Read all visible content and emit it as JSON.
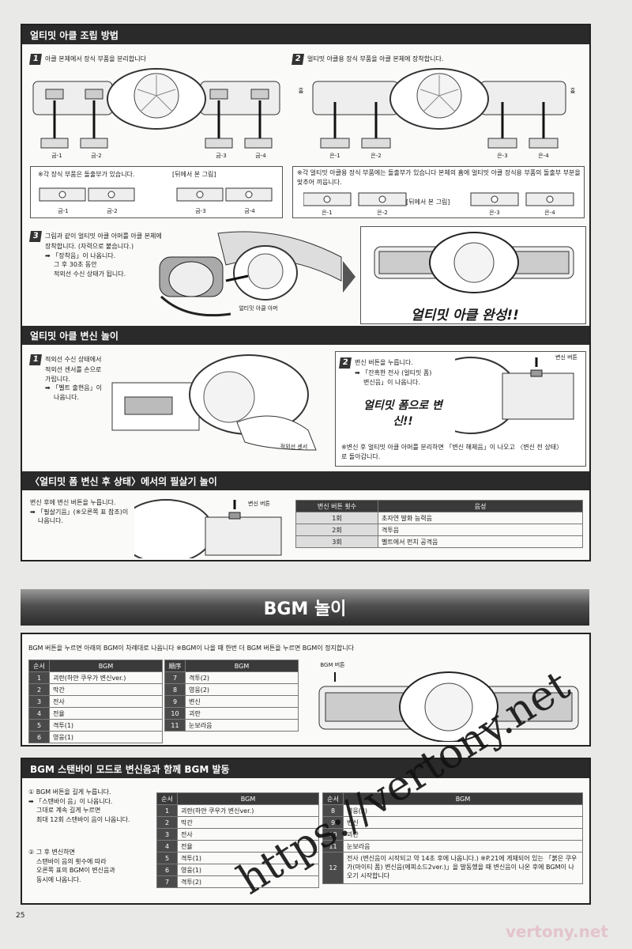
{
  "section1": {
    "title": "얼티밋 아클 조립 방법",
    "step1": "아클 본체에서 장식 부품을 분리합니다",
    "step1_labels": [
      "금-1",
      "금-2",
      "금-3",
      "금-4"
    ],
    "step1_note": "※각 장식 부품은 돌출부가 있습니다.",
    "step1_back": "[뒤에서 본 그림]",
    "step2": "얼티밋 아클용 장식 부품을 아클 본체에 장착합니다.",
    "step2_labels": [
      "은-1",
      "은-2",
      "은-3",
      "은-4"
    ],
    "groove": "홈",
    "step2_note": "※각 얼티밋 아클용 장식 부품에는 돌출부가 있습니다  본체의 홈에 얼티밋 아클 장식용 부품의 돌출부 부분을 맞추어 끼웁니다.",
    "step2_back": "[뒤에서 본 그림]",
    "step3_lines": [
      "그림과 같이 얼티밋 아클 아머를 아클 본체에",
      "장착합니다. (자력으로 붙습니다.)",
      "➡ 「장착음」이 나옵니다.",
      "그 후 30초 동안",
      "적외선 수신 상태가 됩니다."
    ],
    "armor_label": "얼티밋 아클 아머",
    "complete": "얼티밋 아클 완성!!"
  },
  "section2": {
    "title": "얼티밋 아클 변신 놀이",
    "step1_lines": [
      "적외선 수신 상태에서",
      "적외선 센서를 손으로",
      "가립니다.",
      "➡ 「벨트 출현음」이",
      "나옵니다."
    ],
    "sensor_label": "적외선 센서",
    "step2_lines": [
      "변신 버튼을 누릅니다.",
      "➡ 「잔혹한 전사 (얼티밋 폼)",
      "변신음」이 나옵니다."
    ],
    "button_label": "변신 버튼",
    "transform": "얼티밋 폼으로 변신!!",
    "note": "※변신 후 얼티밋 아클 아머를 분리하면 「변신 해제음」이 나오고 〈변신 전 상태〉로 돌아갑니다."
  },
  "section3": {
    "title": "〈얼티밋 폼 변신 후 상태〉에서의 필살기 놀이",
    "lines": [
      "변신 후에 변신 버튼을 누릅니다.",
      "➡ 「필살기음」(※오른쪽 표 참조)이",
      "나옵니다."
    ],
    "button_label": "변신 버튼",
    "table_head": [
      "변신 버튼 횟수",
      "음성"
    ],
    "table_rows": [
      [
        "1회",
        "초자연 발화 능력음"
      ],
      [
        "2회",
        "격투음"
      ],
      [
        "3회",
        "벨트에서 펀치 공격음"
      ]
    ]
  },
  "bgm": {
    "banner": "BGM 놀이",
    "intro": "BGM 버튼을 누르면 아래의 BGM이 차례대로 나옵니다  ※BGM이 나올 때 한번 더 BGM 버튼을 누르면 BGM이 정지합니다",
    "head_left": [
      "순서",
      "BGM"
    ],
    "head_right": [
      "順序",
      "BGM"
    ],
    "left_rows": [
      [
        "1",
        "괴란(하얀 쿠우가 변신ver.)"
      ],
      [
        "2",
        "막간"
      ],
      [
        "3",
        "전사"
      ],
      [
        "4",
        "전율"
      ],
      [
        "5",
        "격투(1)"
      ],
      [
        "6",
        "영웅(1)"
      ]
    ],
    "right_rows": [
      [
        "7",
        "격투(2)"
      ],
      [
        "8",
        "영웅(2)"
      ],
      [
        "9",
        "변신"
      ],
      [
        "10",
        "괴란"
      ],
      [
        "11",
        "눈보라음"
      ]
    ],
    "bgm_button": "BGM 버튼"
  },
  "standby": {
    "title": "BGM 스탠바이 모드로 변신음과 함께 BGM 발동",
    "lines1": [
      "① BGM 버튼을 길게 누릅니다.",
      "➡ 「스탠바이 음」이 나옵니다.",
      "그대로 계속 길게 누르면",
      "최대 12회 스탠바이 음이 나옵니다."
    ],
    "lines2": [
      "② 그 후 변신하면",
      "스탠바이 음의 횟수에 따라",
      "오른쪽 표의 BGM이 변신음과",
      "동시에 나옵니다."
    ],
    "head": [
      "순서",
      "BGM",
      "순서",
      "BGM"
    ],
    "left_rows": [
      [
        "1",
        "괴란(하얀 쿠우가 변신ver.)"
      ],
      [
        "2",
        "막간"
      ],
      [
        "3",
        "전사"
      ],
      [
        "4",
        "전율"
      ],
      [
        "5",
        "격투(1)"
      ],
      [
        "6",
        "영웅(1)"
      ],
      [
        "7",
        "격투(2)"
      ]
    ],
    "right_rows": [
      [
        "8",
        "영웅(2)"
      ],
      [
        "9",
        "변신"
      ],
      [
        "10",
        "괴란"
      ],
      [
        "11",
        "눈보라음"
      ]
    ],
    "row12_num": "12",
    "row12": "전사 (변신음이 시작되고 약 14초 후에 나옵니다.) ※P.21에 게재되어 있는 「붉은 쿠우가(마이티 폼) 변신음(에피소드2ver.)」을 발동했을 때 변신음이 나온 후에 BGM이 나오기 시작합니다"
  },
  "page_number": "25",
  "watermark": "https://vertony.net",
  "watermark2": "vertony.net"
}
